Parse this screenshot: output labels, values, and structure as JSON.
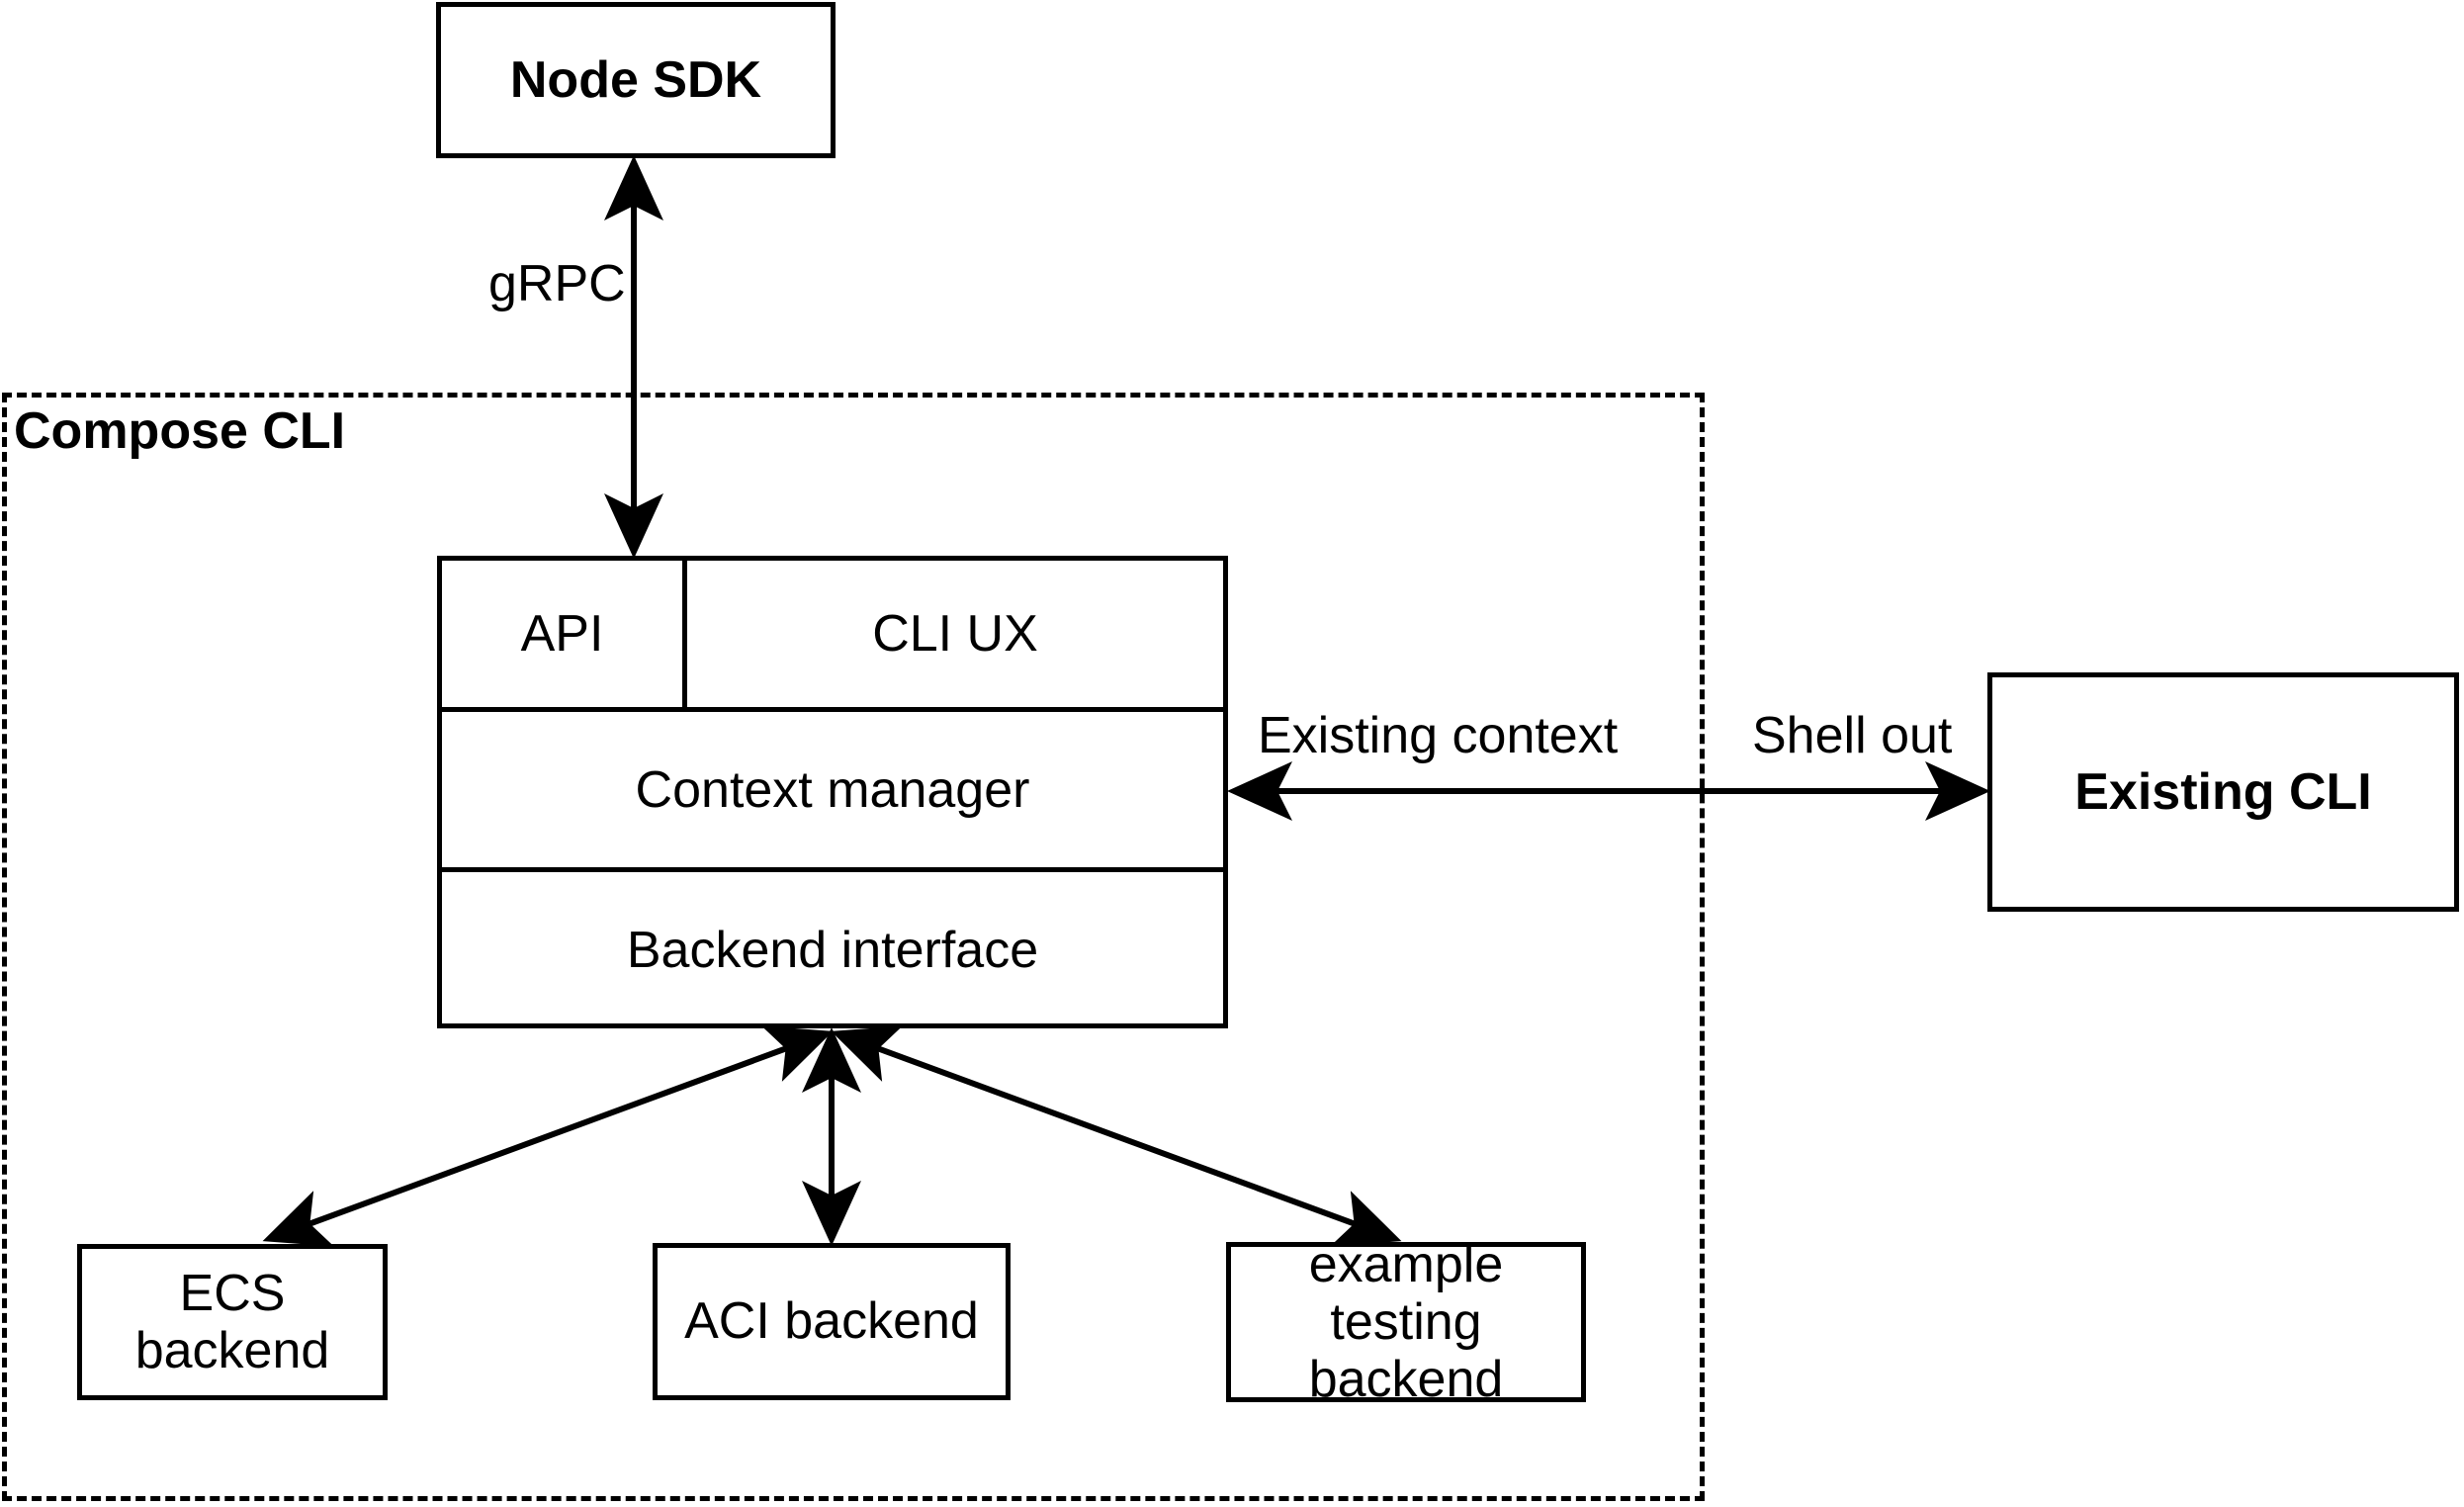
{
  "diagram": {
    "title_group": "Compose CLI",
    "nodes": {
      "node_sdk": "Node SDK",
      "api": "API",
      "cli_ux": "CLI UX",
      "context_manager": "Context manager",
      "backend_interface": "Backend interface",
      "ecs_backend": "ECS backend",
      "aci_backend": "ACI backend",
      "example_backend_line1": "example testing",
      "example_backend_line2": "backend",
      "existing_cli": "Existing CLI"
    },
    "edge_labels": {
      "grpc": "gRPC",
      "existing_context": "Existing context",
      "shell_out": "Shell out"
    },
    "colors": {
      "stroke": "#000000",
      "fill": "#ffffff",
      "text": "#000000"
    }
  }
}
